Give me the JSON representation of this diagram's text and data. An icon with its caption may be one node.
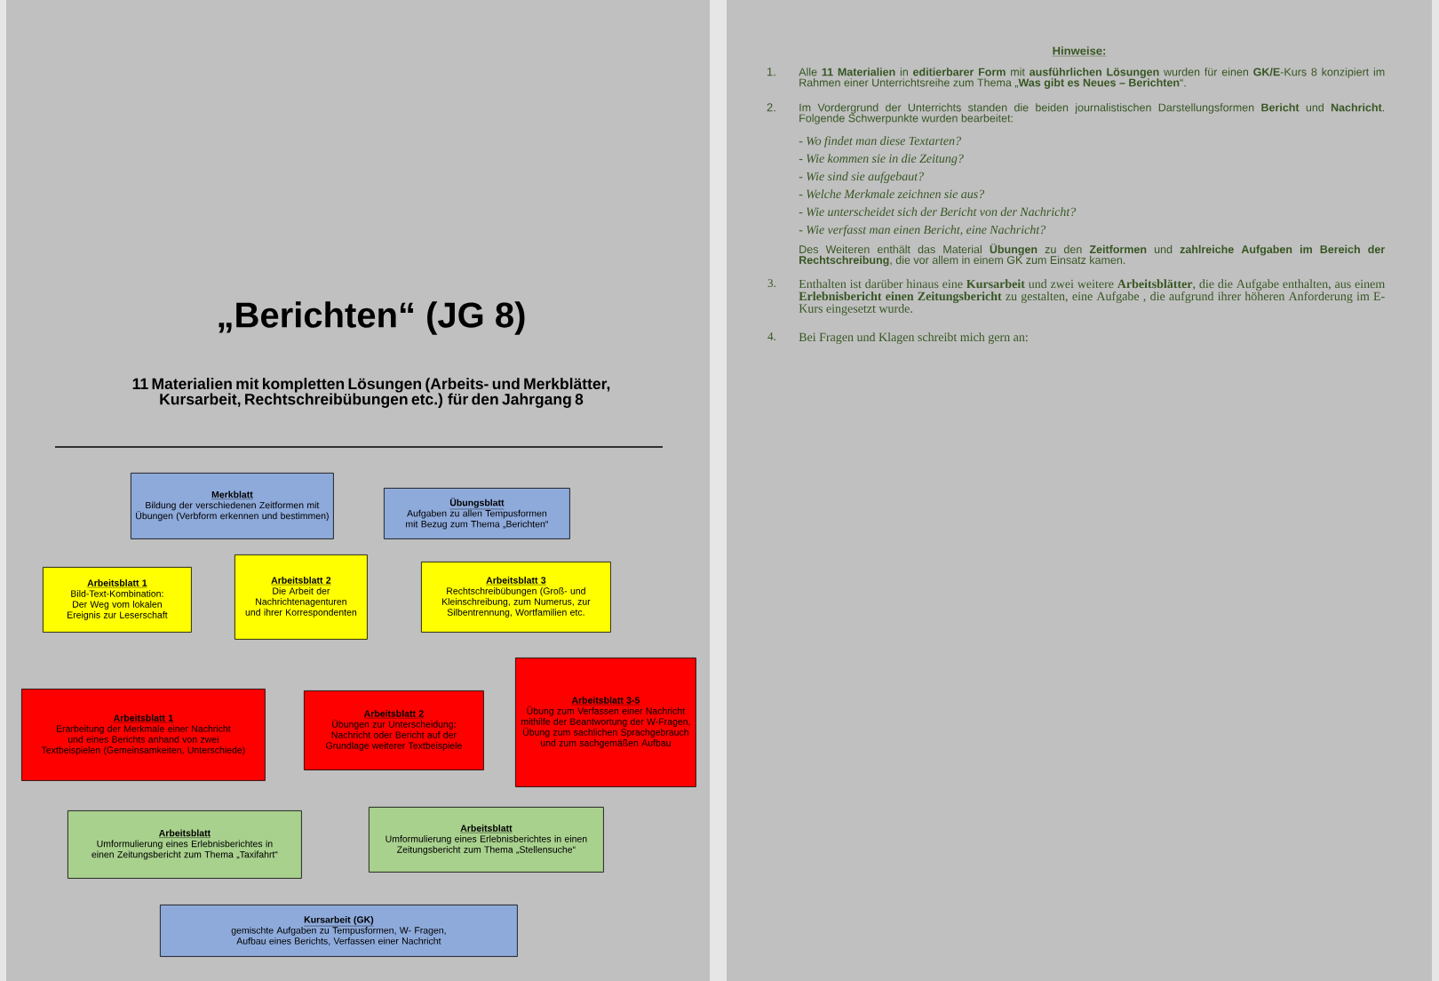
{
  "diagram": {
    "title": "„Berichten“ (JG 8)",
    "nodes": [
      {
        "text": [
          "Merkblatt",
          "Bildung der verschiedenen Zeitformen mit Übungen (Verbform erkennen und bestimmen)"
        ]
      },
      {
        "text": [
          "Übungsblatt",
          "Aufgaben zu allen Tempusformen mit Bezug zum Thema „Berichten“"
        ]
      },
      {
        "text": [
          "Arbeitsblatt 1",
          "Bild-Text-Kombination: Der Weg vom lokalen Ereignis zur Leserschaft"
        ]
      },
      {
        "text": [
          "Arbeitsblatt 2",
          "Die Arbeit der Nachrichtenagenturen und ihrer Korrespondenten"
        ]
      },
      {
        "text": [
          "Arbeitsblatt 3",
          "Rechtschreibübungen (Groß- und Kleinschreibung, zum Numerus, zur Silbentrennung, Wortfamilien etc."
        ]
      },
      {
        "text": [
          "Arbeitsblatt 1",
          "Erarbeitung der Merkmale einer Nachricht und eines Berichts anhand von zwei Textbeispielen (Gemeinsamkeiten, Unterschiede)"
        ]
      },
      {
        "text": [
          "Arbeitsblatt 2",
          "Übungen zur Unterscheidung: Nachricht oder Bericht auf der Grundlage weiterer Textbeispiele"
        ]
      },
      {
        "text": [
          "Arbeitsblatt 3-5",
          "Übung zum Verfassen einer Nachricht mithilfe der Beantwortung der W-Fragen, Übung zum sachlichen Sprachgebrauch und zum sachgemäßen Aufbau"
        ]
      },
      {
        "text": [
          "Arbeitsblatt",
          "Umformulierung eines Erlebnisberichtes in einen Zeitungsbericht zum Thema „Taxifahrt“"
        ]
      },
      {
        "text": [
          "Arbeitsblatt",
          "Umformulierung eines Erlebnisberichtes in einen Zeitungsbericht zum Thema „Stellensuche“"
        ]
      },
      {
        "text": [
          "Kursarbeit (GK)",
          "gemischte Aufgaben zu Tempusformen, W- Fragen, Aufbau eines Berichts, Verfassen einer Nachricht"
        ]
      }
    ],
    "labels": [
      "11 Materialien mit kompletten Lösungen (Arbeits- und Merkblätter, Kursarbeit, Rechtschreibübungen etc.) für den Jahrgang 8",
      "Hinweise:",
      "1.",
      "Alle **11 Materialien** in **editierbarer Form** mit **ausführlichen Lösungen** wurden für einen **GK/E**-Kurs 8 konzipiert im Rahmen einer Unterrichtsreihe zum Thema „**Was gibt es Neues – Berichten**“.",
      "2.",
      "Im Vordergrund der Unterrichts standen die beiden journalistischen Darstellungsformen **Bericht** und **Nachricht**. Folgende Schwerpunkte wurden bearbeitet:",
      "- Wo findet man diese Textarten?",
      "- Wie kommen sie in die Zeitung?",
      "- Wie sind sie aufgebaut?",
      "- Welche Merkmale zeichnen sie aus?",
      "- Wie unterscheidet sich der Bericht von der Nachricht?",
      "- Wie verfasst man einen Bericht, eine Nachricht?",
      "Des Weiteren enthält das Material **Übungen** zu den **Zeitformen** und **zahlreiche Aufgaben im Bereich der Rechtschreibung**, die vor allem in einem GK zum Einsatz kamen.",
      "3.",
      "Enthalten ist darüber hinaus eine **Kursarbeit** und zwei weitere **Arbeitsblätter**, die die Aufgabe enthalten, aus einem **Erlebnisbericht einen Zeitungsbericht** zu gestalten, eine Aufgabe , die aufgrund ihrer höheren Anforderung im E- Kurs eingesetzt wurde.",
      "4.",
      "Bei Fragen und Klagen schreibt mich gern an:"
    ]
  }
}
